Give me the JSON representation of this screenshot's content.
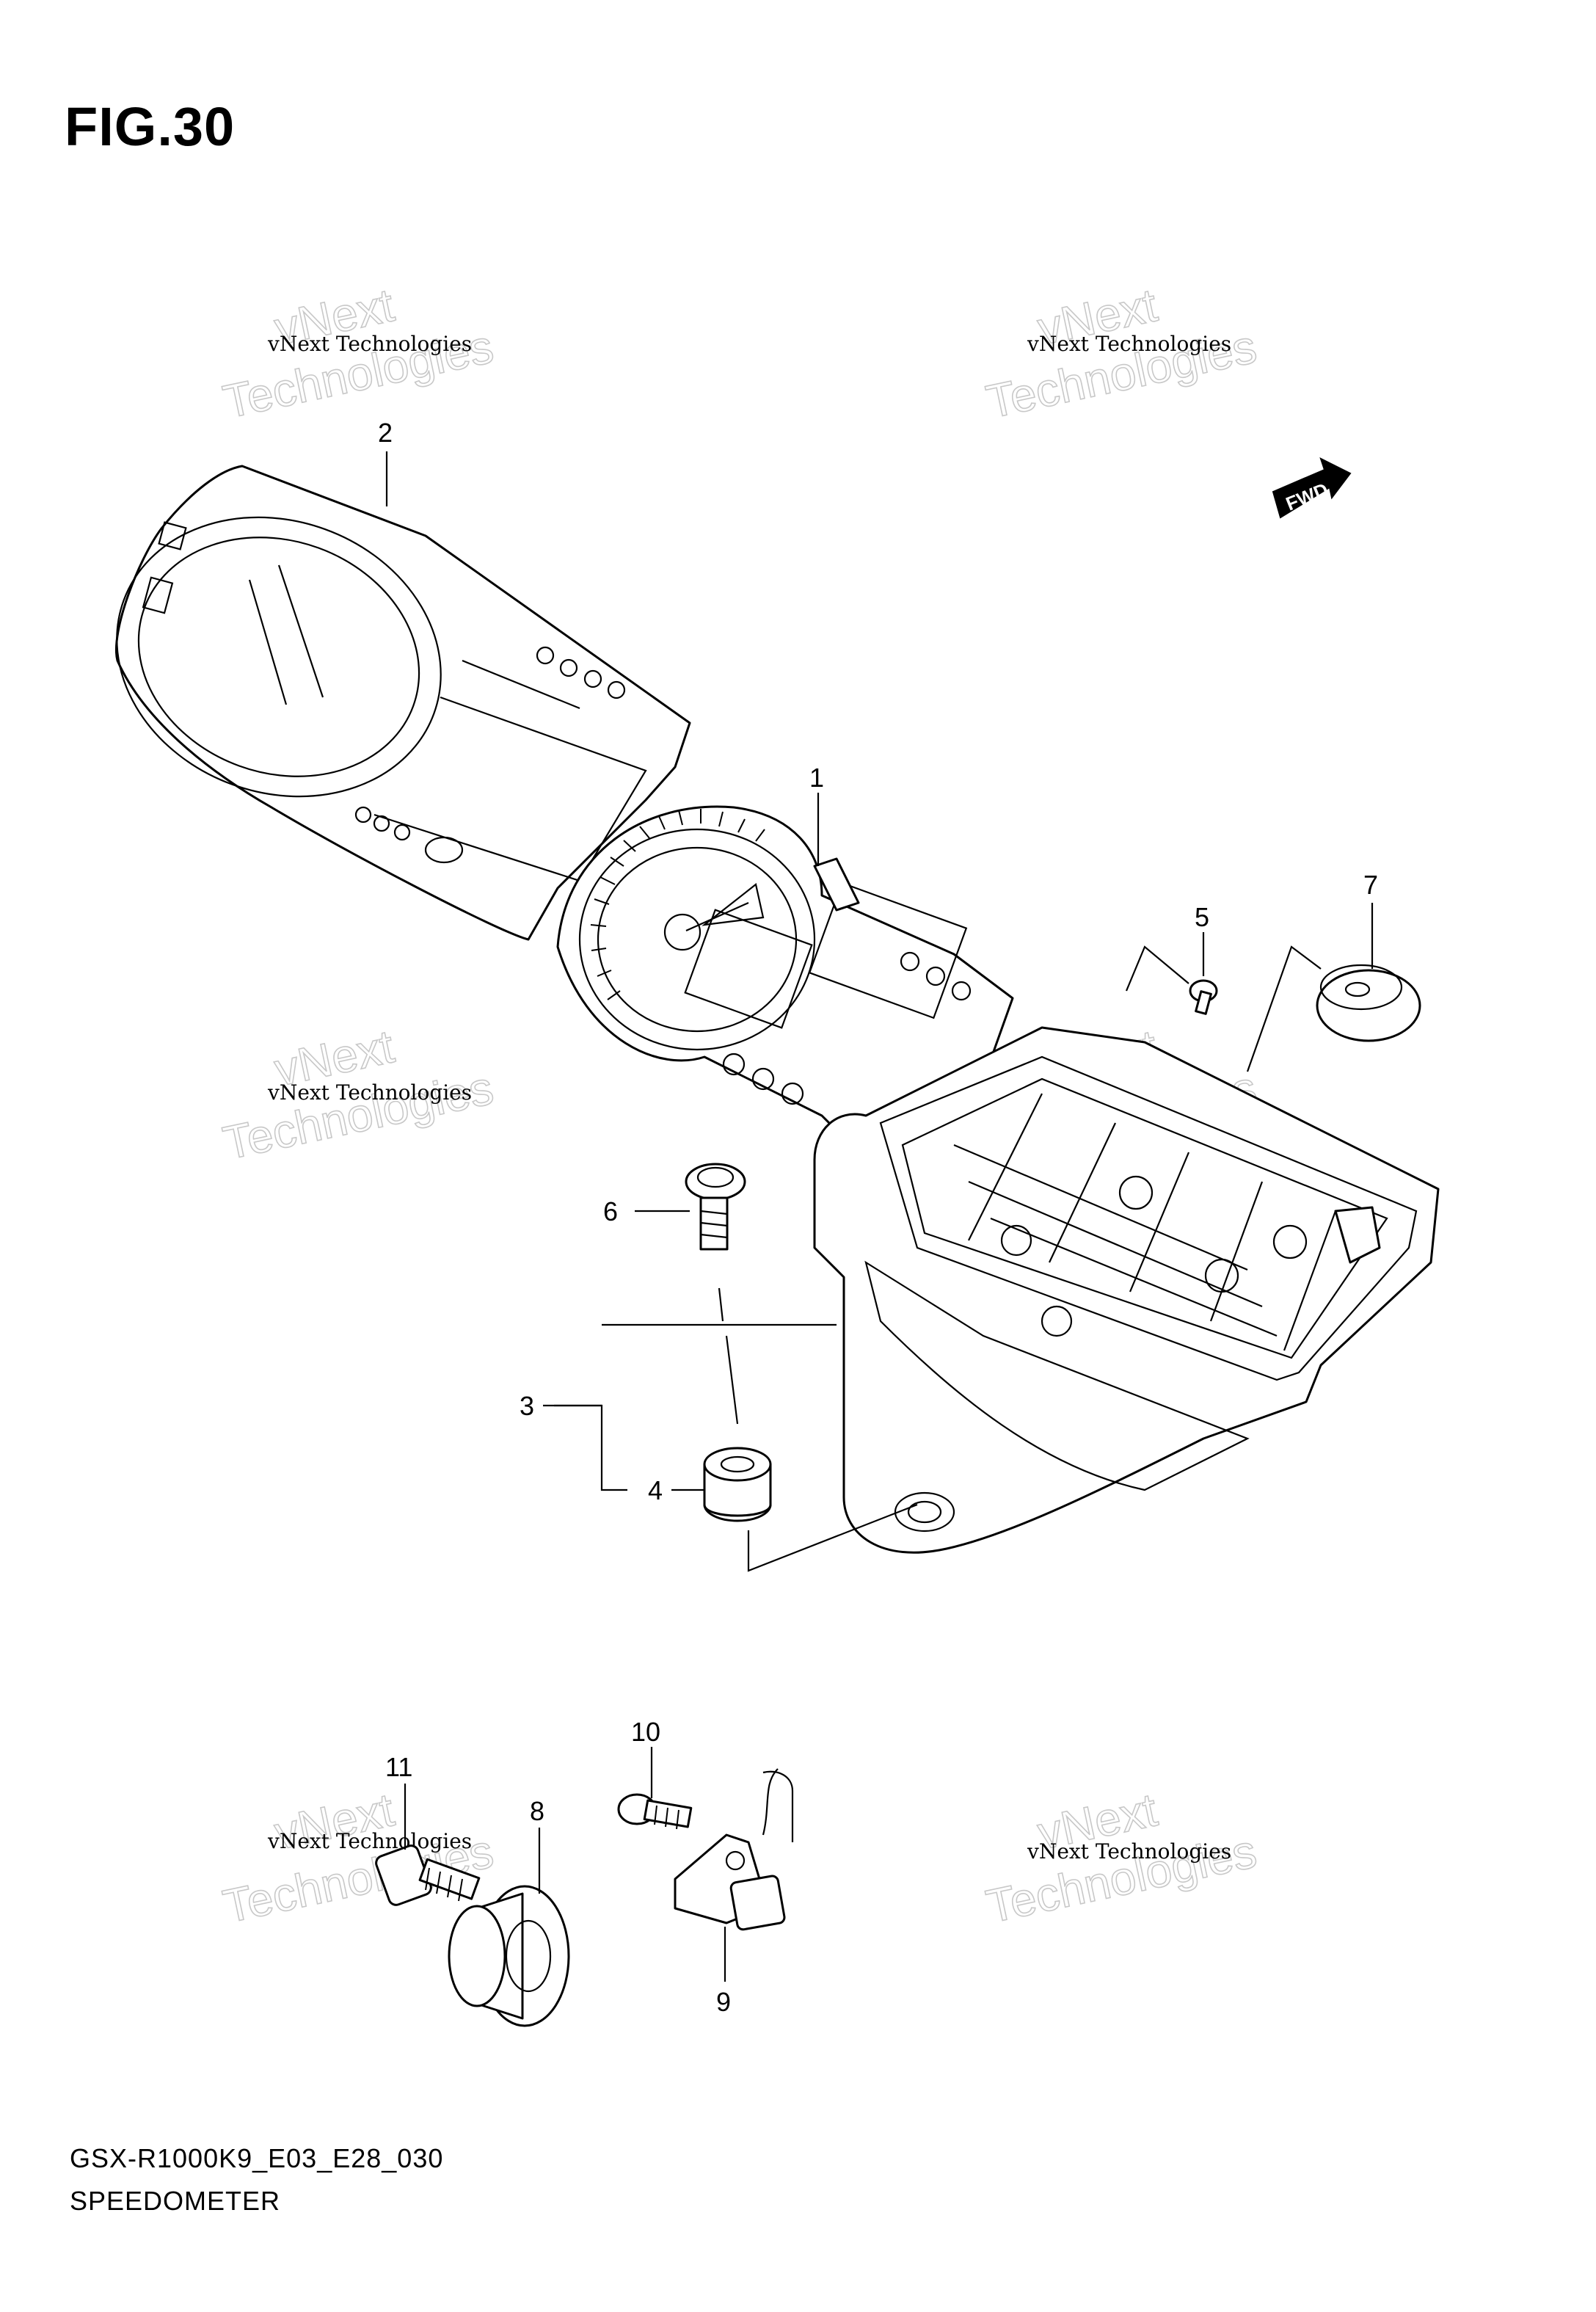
{
  "figure": {
    "title": "FIG.30",
    "model_code": "GSX-R1000K9_E03_E28_030",
    "section_name": "SPEEDOMETER"
  },
  "fwd_badge": "FWD",
  "watermark": {
    "line1": "vNext Technologies",
    "big_top": "vNext",
    "big_bottom": "Technologies"
  },
  "callouts": {
    "c1": "1",
    "c2": "2",
    "c3": "3",
    "c4": "4",
    "c5": "5",
    "c6": "6",
    "c7": "7",
    "c8": "8",
    "c9": "9",
    "c10": "10",
    "c11": "11"
  }
}
